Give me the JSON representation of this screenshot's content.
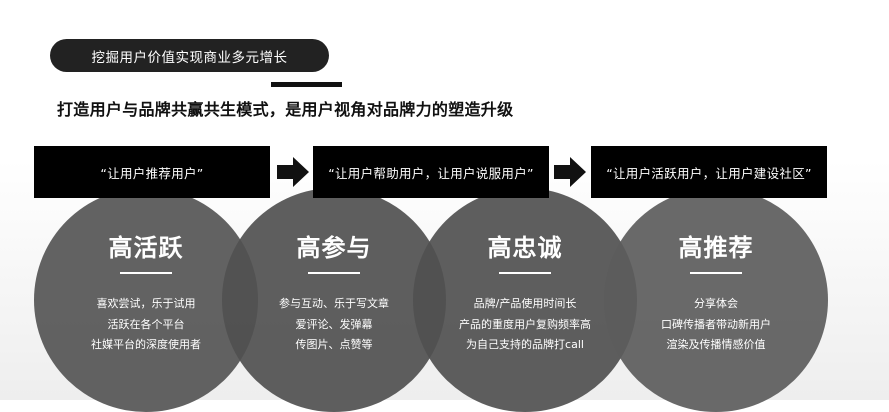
{
  "header": {
    "pill_text": "挖掘用户价值实现商业多元增长",
    "subtitle": "打造用户与品牌共赢共生模式，是用户视角对品牌力的塑造升级"
  },
  "quotes": [
    "“让用户推荐用户”",
    "“让用户帮助用户，让用户说服用户”",
    "“让用户活跃用户，让用户建设社区”"
  ],
  "stages": [
    {
      "title": "高活跃",
      "lines": [
        "喜欢尝试，乐于试用",
        "活跃在各个平台",
        "社媒平台的深度使用者"
      ]
    },
    {
      "title": "高参与",
      "lines": [
        "参与互动、乐于写文章",
        "爱评论、发弹幕",
        "传图片、点赞等"
      ]
    },
    {
      "title": "高忠诚",
      "lines": [
        "品牌/产品使用时间长",
        "产品的重度用户复购频率高",
        "为自己支持的品牌打call"
      ]
    },
    {
      "title": "高推荐",
      "lines": [
        "分享体会",
        "口碑传播者带动新用户",
        "渲染及传播情感价值"
      ]
    }
  ],
  "icons": {
    "arrow": "right-arrow-icon"
  }
}
